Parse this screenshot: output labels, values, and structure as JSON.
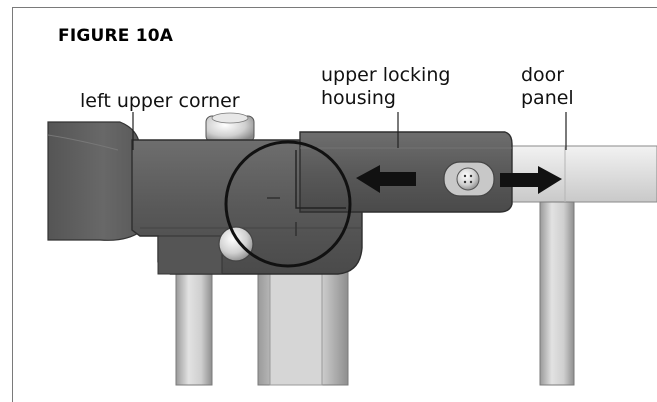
{
  "figure": {
    "title": "FIGURE 10A"
  },
  "labels": {
    "left_upper_corner": "left upper corner",
    "upper_locking_housing_line1": "upper locking",
    "upper_locking_housing_line2": "housing",
    "door_panel_line1": "door",
    "door_panel_line2": "panel"
  },
  "arrows": {
    "left": "left-arrow",
    "right": "right-arrow"
  }
}
